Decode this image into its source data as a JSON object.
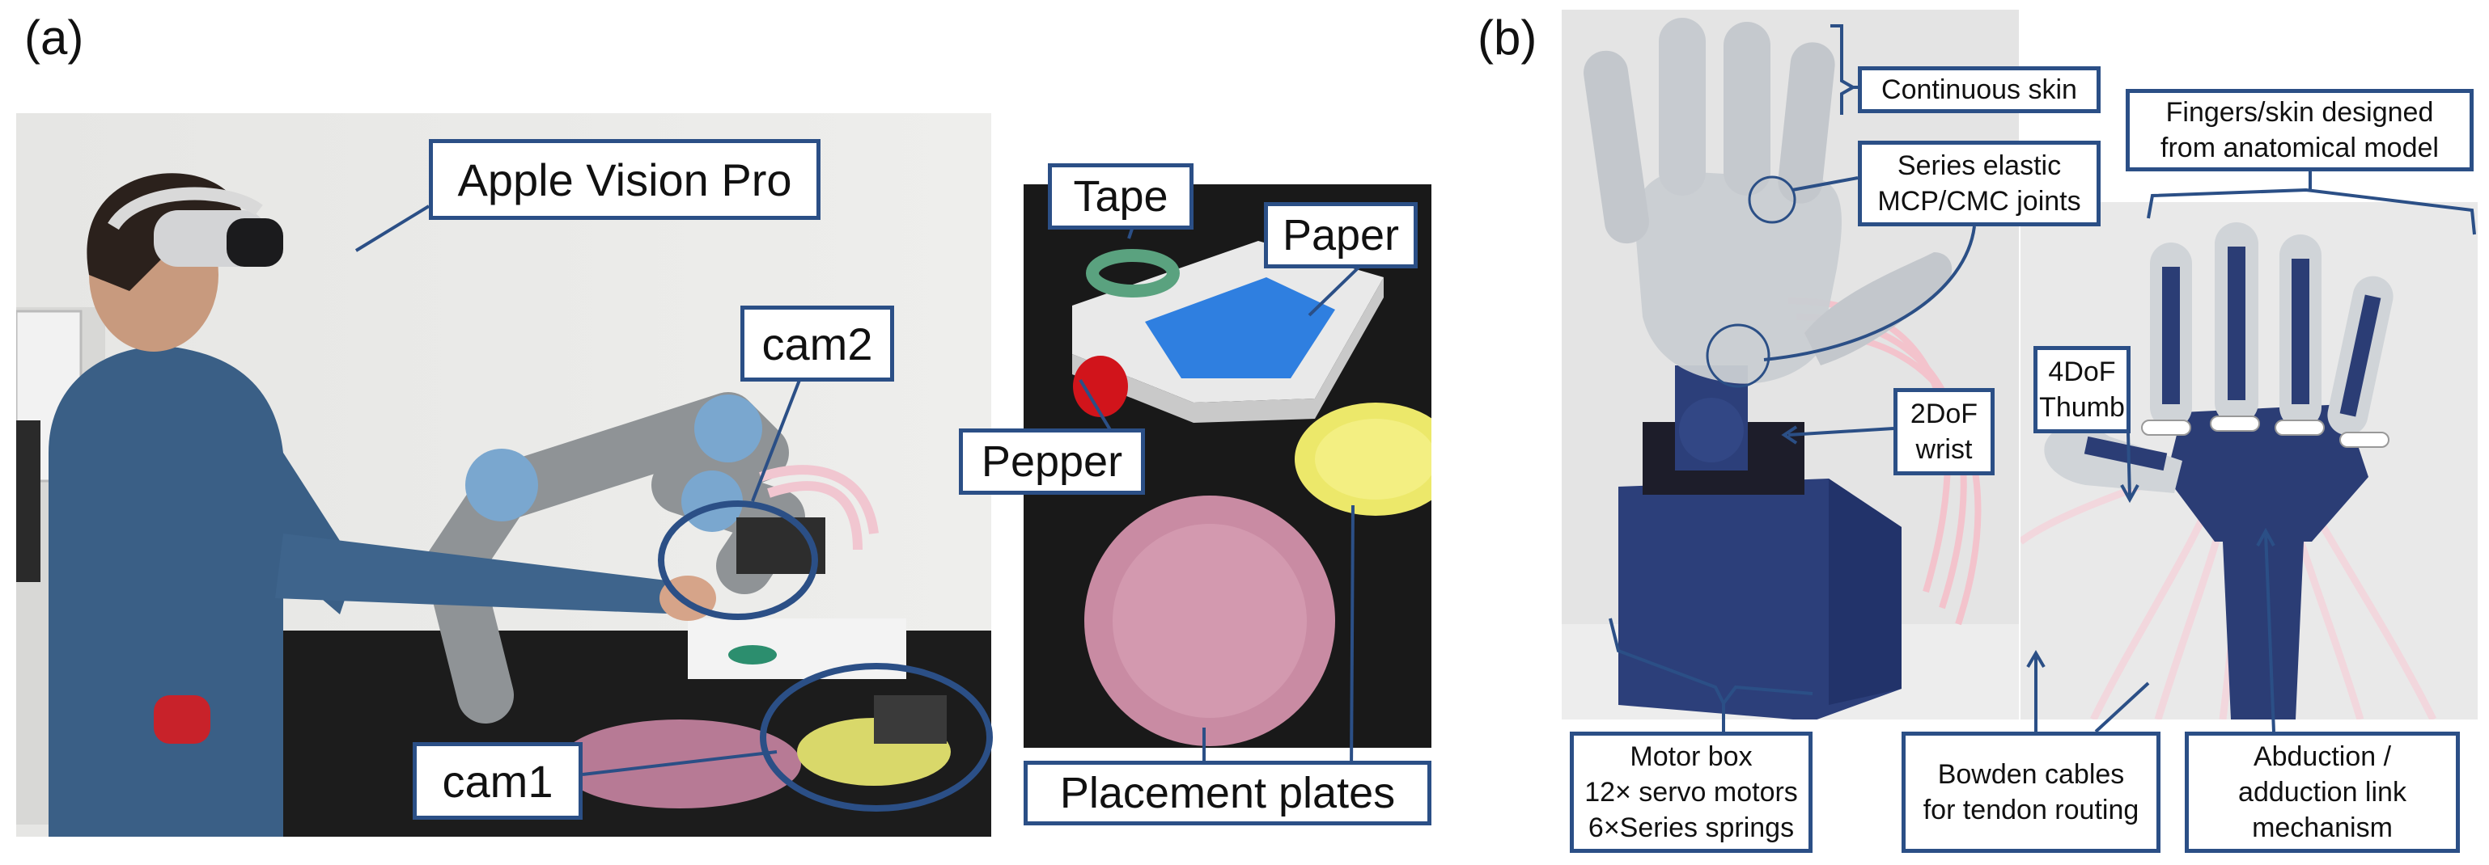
{
  "panels": {
    "a": "(a)",
    "b": "(b)"
  },
  "labels_a": {
    "apple_vision_pro": "Apple Vision Pro",
    "cam2": "cam2",
    "cam1": "cam1",
    "tape": "Tape",
    "paper": "Paper",
    "pepper": "Pepper",
    "placement_plates": "Placement plates"
  },
  "labels_b": {
    "continuous_skin": "Continuous skin",
    "series_elastic": [
      "Series elastic",
      "MCP/CMC joints"
    ],
    "fingers_skin": [
      "Fingers/skin designed",
      "from anatomical model"
    ],
    "thumb": [
      "4DoF",
      "Thumb"
    ],
    "wrist": [
      "2DoF",
      "wrist"
    ],
    "motor_box": [
      "Motor box",
      "12× servo motors",
      "6×Series springs"
    ],
    "bowden": [
      "Bowden cables",
      "for tendon routing"
    ],
    "abduction": [
      "Abduction /",
      "adduction link",
      "mechanism"
    ]
  },
  "colors": {
    "accent": "#2b4f86"
  }
}
